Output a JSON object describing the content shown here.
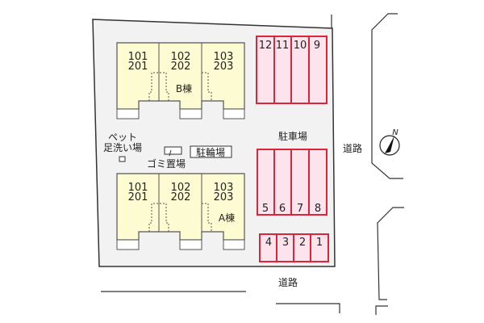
{
  "building_b": {
    "label": "B棟",
    "units": [
      [
        "101",
        "201"
      ],
      [
        "102",
        "202"
      ],
      [
        "103",
        "203"
      ]
    ]
  },
  "building_a": {
    "label": "A棟",
    "units": [
      [
        "101",
        "201"
      ],
      [
        "102",
        "202"
      ],
      [
        "103",
        "203"
      ]
    ]
  },
  "parking": {
    "label": "駐車場",
    "row_top": [
      "12",
      "11",
      "10",
      "9"
    ],
    "row_middle": [
      "5",
      "6",
      "7",
      "8"
    ],
    "row_bottom": [
      "4",
      "3",
      "2",
      "1"
    ]
  },
  "facilities": {
    "pet_wash_line1": "ペット",
    "pet_wash_line2": "足洗い場",
    "garbage": "ゴミ置場",
    "bicycle": "駐輪場"
  },
  "roads": {
    "east": "道路",
    "south": "道路"
  },
  "compass": {
    "label": "N"
  },
  "colors": {
    "building": "#fdfbd2",
    "parking_fill": "#fde4ec",
    "parking_stroke": "#d9263a",
    "lot": "#f2f2f2"
  }
}
